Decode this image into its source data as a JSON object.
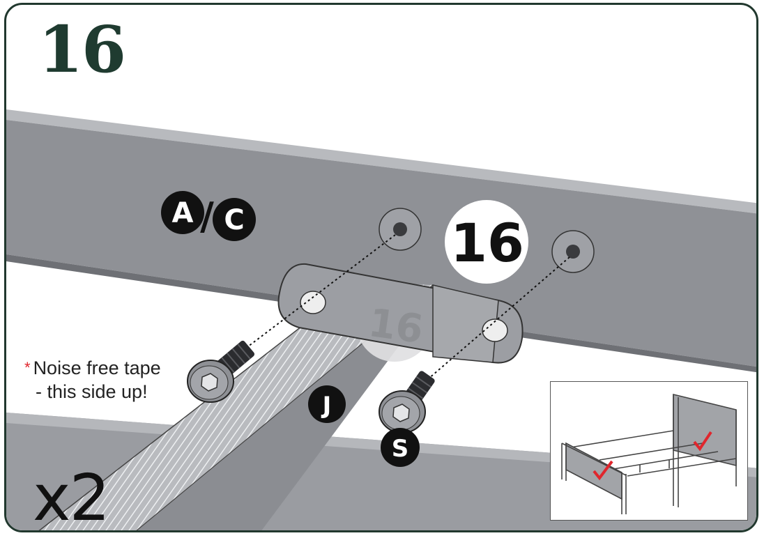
{
  "step": {
    "number": "16",
    "quantity": "x2"
  },
  "badges": {
    "part_a": "A",
    "separator": "/",
    "part_c": "C",
    "part_j": "J",
    "part_s": "S",
    "label_rail": "16",
    "label_plate": "16"
  },
  "note": {
    "asterisk": "*",
    "line1": "Noise free tape",
    "line2": "- this side up!"
  },
  "colors": {
    "frame_border": "#21382e",
    "step_number": "#1f3b30",
    "metal": "#8d8f94",
    "metal_dark": "#6f7176",
    "metal_light": "#a9abaf",
    "badge": "#111111",
    "asterisk": "#e0262d",
    "check": "#e0262d"
  },
  "icons": [
    "hex-bolt-icon",
    "checkmark-icon"
  ]
}
